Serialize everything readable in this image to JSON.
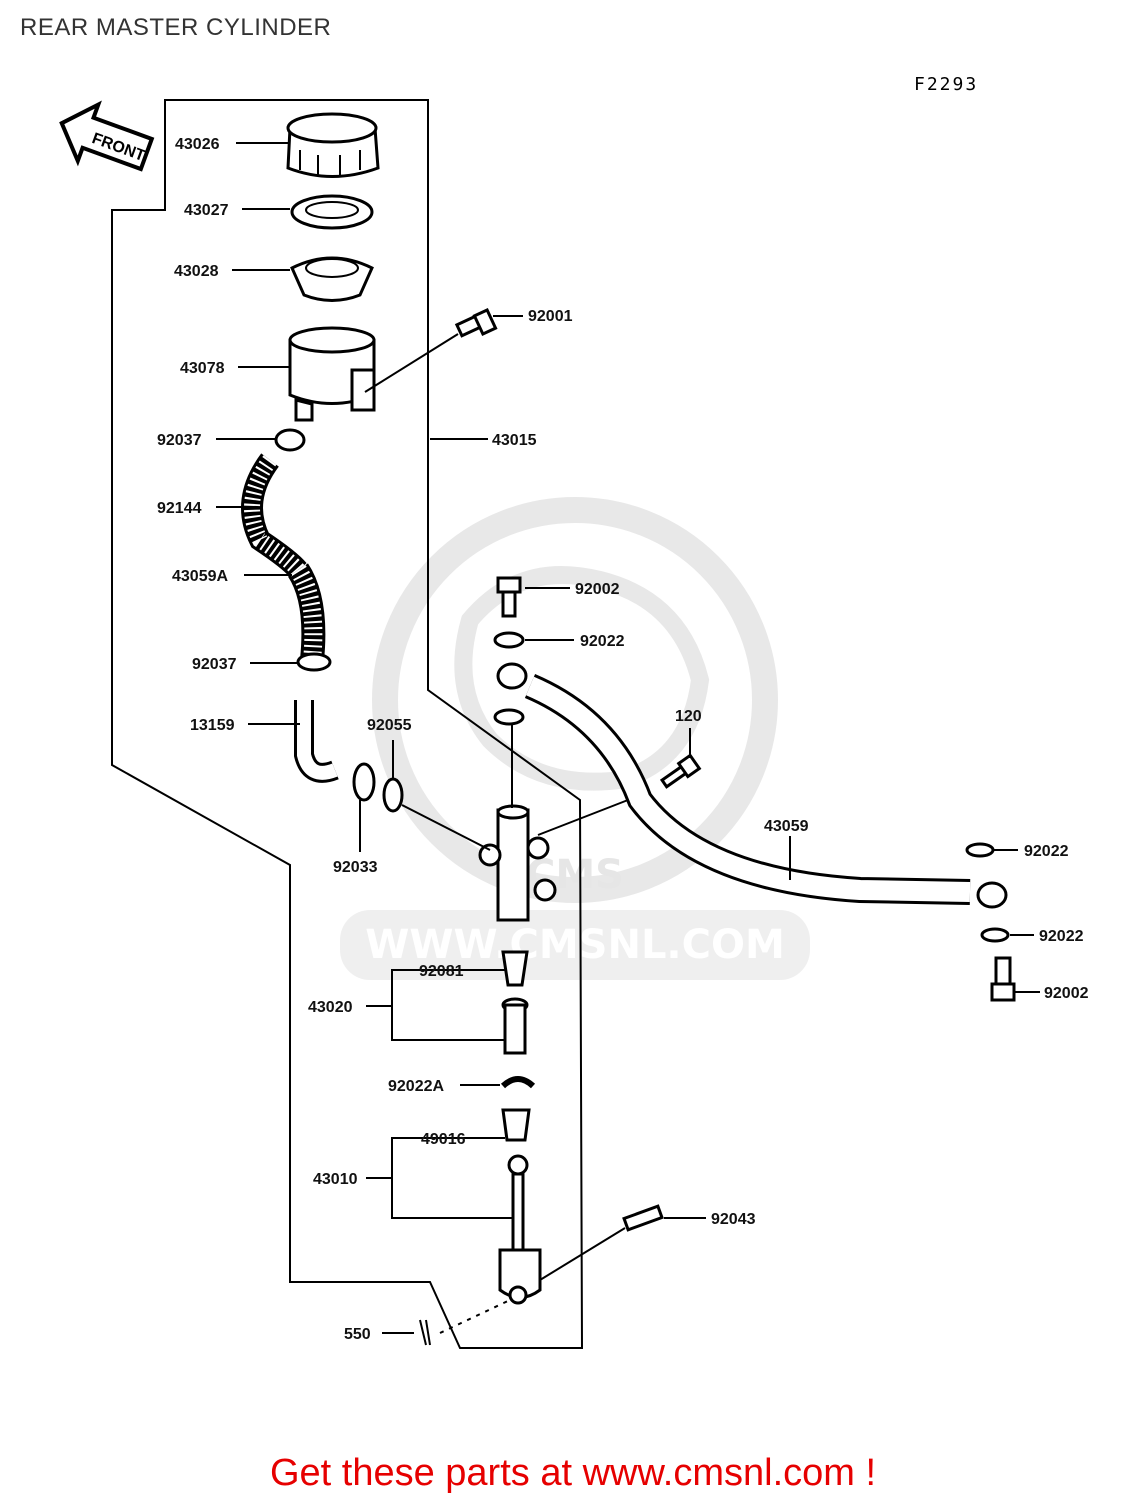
{
  "title": "REAR MASTER CYLINDER",
  "figure_code": "F2293",
  "front_label": "FRONT",
  "watermark": {
    "brand": "CMS",
    "url": "WWW.CMSNL.COM"
  },
  "parts": {
    "p43026": "43026",
    "p43027": "43027",
    "p43028": "43028",
    "p92001": "92001",
    "p43078": "43078",
    "p43015": "43015",
    "p92037a": "92037",
    "p92144": "92144",
    "p43059A": "43059A",
    "p92037b": "92037",
    "p92002a": "92002",
    "p92022a": "92022",
    "p13159": "13159",
    "p92055": "92055",
    "p120": "120",
    "p43059": "43059",
    "p92022b": "92022",
    "p92033": "92033",
    "p92022c": "92022",
    "p92081": "92081",
    "p92002b": "92002",
    "p43020": "43020",
    "p92022A": "92022A",
    "p49016": "49016",
    "p43010": "43010",
    "p92043": "92043",
    "p550": "550"
  },
  "cta": "Get these parts at www.cmsnl.com !"
}
